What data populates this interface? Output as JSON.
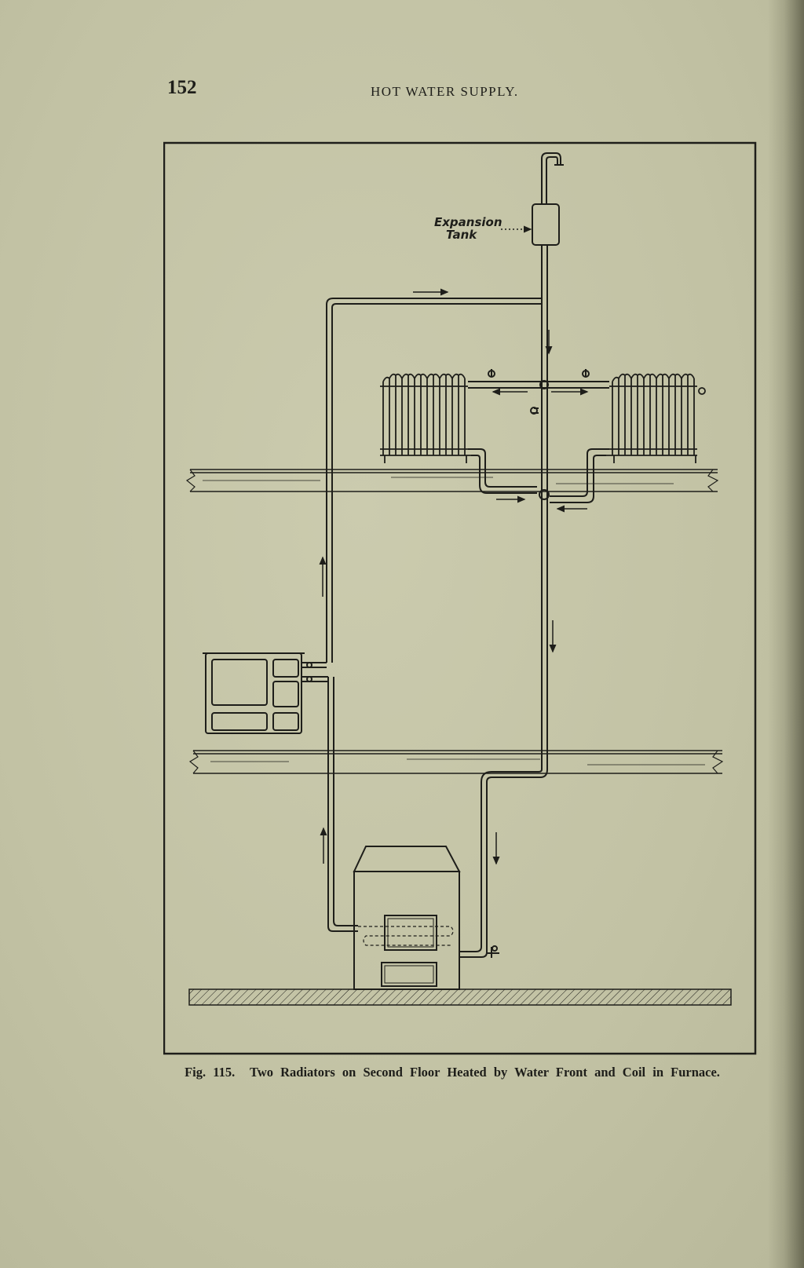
{
  "page": {
    "number": "152",
    "running_head": "HOT WATER SUPPLY."
  },
  "figure": {
    "annotations": {
      "expansion": "Expansion",
      "tank": "Tank"
    },
    "caption_label": "Fig. 115.",
    "caption_text": "Two Radiators on Second Floor Heated by Water Front and Coil in Furnace."
  },
  "colors": {
    "paper": "#c4c4a6",
    "ink": "#1e1e1a"
  }
}
